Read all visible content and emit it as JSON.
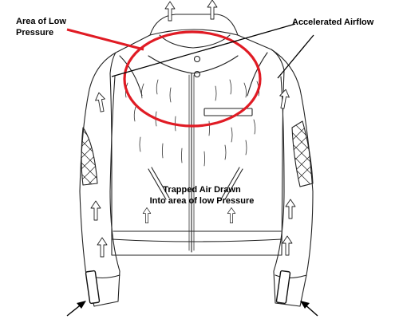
{
  "labels": {
    "low_pressure": "Area of Low Pressure",
    "accelerated_airflow": "Accelerated Airflow",
    "trapped_air_line1": "Trapped Air Drawn",
    "trapped_air_line2": "Into area of low Pressure"
  },
  "colors": {
    "highlight": "#e01b24",
    "ink": "#222222",
    "background": "#ffffff"
  },
  "icons": [
    "up-arrow-icon",
    "pointer-arrow-icon"
  ]
}
